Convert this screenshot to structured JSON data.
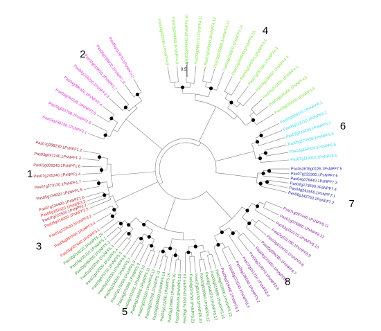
{
  "figure": {
    "scale_bar_label": "0.5",
    "node_dot_color": "#000000",
    "branch_color": "#8c8c8c"
  },
  "clades": [
    {
      "number": "1",
      "color": "#a0202a",
      "leaves": [
        "Pas07g222920.1PsNPF1.1",
        "Pas07g134420.1PsNPF1.6",
        "Pas05g134020.1PsNPF1.5",
        "Pas07g273120.1PsNPF1.7",
        "Pas07g245240.1PsNPF1.4",
        "Pas03g009240.1PsNPF1.8",
        "Pas03g091240.1PsNPF1.3",
        "Pas07g288230.1PsNPF1.2"
      ]
    },
    {
      "number": "2",
      "color": "#e028d6",
      "leaves": [
        "Pas03g238150.1PsNPF2.1",
        "Pas03g091700.1PsNPF2.6",
        "Pas03g094230.1PsNPF2.5",
        "Pas04g086410.1PsNPF2.4",
        "Pas04g145220.1PsNPF2.3",
        "Pas02g015650.1PsNPF2.7",
        "Pas06g198020.1PsNPF2.8",
        "Pas05g112670.1PsNPF2.2"
      ]
    },
    {
      "number": "3",
      "color": "#e8201e",
      "leaves": [
        "Pas03g007640.1PsNPF3.1",
        "Pas05g061900.1PsNPF3.4",
        "Pas01g129530.1PsNPF3.2",
        "Pas05g016000.1PsNPF3.5",
        "Pas05g181520.1PsNPF3.3"
      ]
    },
    {
      "number": "4",
      "color": "#7ce040",
      "leaves": [
        "Pas03g045380.1PsNPF4.8",
        "Pas03g044060.1PsNPF4.9",
        "Pas03g044040.1PsNPF4.10",
        "Pas03g044070.1PsNPF4.11",
        "Pas07g049060.1PsNPF4.12",
        "Pas03g045880.1PsNPF4.13",
        "Pas03g036800.1PsNPF4.14",
        "Pas02g209500.1PsNPF4.15",
        "Pas03g044750.1PsNPF4.2",
        "Pas07g032160.1PsNPF4.3",
        "Pas06g156490.1PsNPF4.4",
        "Pas04g101100.1PsNPF4.1",
        "Pas02g036000.1PsNPF4.5",
        "Pas03g036500.1PsNPF4.6"
      ]
    },
    {
      "number": "5",
      "color": "#2e9a2e",
      "leaves": [
        "Pas04g023000.1PsNPF5.23",
        "Pas05g015890.1PsNPF5.24",
        "Pas06g164070.1PsNPF5.17",
        "Pas02g028060.1PsNPF5.22",
        "Pas07g219130.1PsNPF5.20",
        "Pas04g024750.1PsNPF5.21",
        "Pas05g175300.1PsNPF5.19",
        "Pas07g068630.1PsNPF5.18",
        "Pas03g176960.1PsNPF5.16",
        "Pas03g123250.1PsNPF5.15",
        "Pas04g034690.1PsNPF5.14",
        "Pas03g226250.1PsNPF5.13",
        "Pas07g225530.1PsNPF5.12",
        "Pas04g130550.1PsNPF5.11",
        "Pas04g151050.1PsNPF5.10",
        "Pas04g070300.1PsNPF5.9",
        "Pas07g178250.1PsNPF5.8",
        "Pas04g104300.1PsNPF5.7",
        "Pas05g162530.1PsNPF5.6",
        "Pas03g075710.1PsNPF5.5",
        "Pas02g152830.1PsNPF5.4",
        "Pas02g110030.1PsNPF5.3",
        "Pas03g099200.1PsNPF5.2",
        "Pas03g202110.1PsNPF5.1",
        "Pas02g019220.1PsNPF5.25"
      ]
    },
    {
      "number": "6",
      "color": "#30d8f0",
      "leaves": [
        "Pas05g026110.1PsNPF6.1",
        "Pas05g112710.1PsNPF6.2",
        "Pas02g216260.1PsNPF6.3",
        "Pas05g172650.1PsNPF6.4",
        "Pas03g150320.1PsNPF6.5",
        "Pas07g119610.1PsNPF6.6"
      ]
    },
    {
      "number": "7",
      "color": "#1c24a0",
      "leaves": [
        "Pas0s3676g0126.1PsNPF7.5",
        "Pas07g232300.1PsNPF7.6",
        "Pas04g078440.1PsNPF7.3",
        "Pas02g173690.1PsNPF7.4",
        "Pas04g242650.1PsNPF7.1",
        "Pas06g142760.1PsNPF7.2"
      ]
    },
    {
      "number": "8",
      "color": "#8c1ca0",
      "leaves": [
        "Pas01g097440.1PsNPF8.11",
        "Pas02g026980.1PsNPF8.12",
        "Pas02g152270.1PsNPF8.10",
        "Pas03g101780.1PsNPF8.9",
        "Pas03g012470.1PsNPF8.8",
        "Pas05g206280.1PsNPF8.7",
        "Pas04g123450.1PsNPF8.5",
        "Pas03g210070.1PsNPF8.6",
        "Pas07g161710.1PsNPF8.4",
        "Pas05g136590.1PsNPF8.2",
        "Pas03g223560.1PsNPF8.3",
        "Pas06g219460.1PsNPF8.1"
      ]
    }
  ]
}
